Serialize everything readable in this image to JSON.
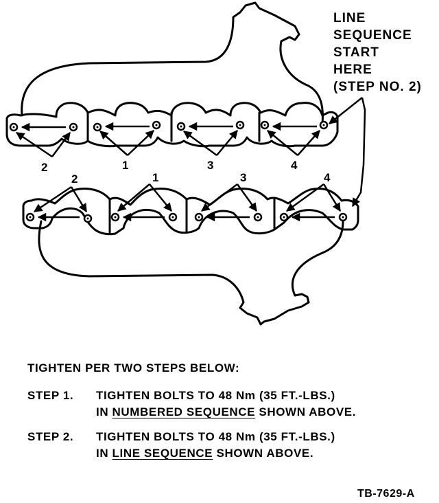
{
  "callout": {
    "lines": [
      "LINE",
      "SEQUENCE",
      "START",
      "HERE",
      "(STEP NO. 2)"
    ]
  },
  "upper_manifold": {
    "port_numbers": [
      "2",
      "1",
      "3",
      "4"
    ]
  },
  "lower_manifold": {
    "port_numbers": [
      "2",
      "1",
      "3",
      "4"
    ]
  },
  "instructions": {
    "heading": "TIGHTEN PER TWO STEPS BELOW:",
    "step1": {
      "label": "STEP 1.",
      "line1": "TIGHTEN BOLTS TO 48 Nm (35 FT.-LBS.)",
      "line2_pre": "IN ",
      "line2_underlined": "NUMBERED SEQUENCE",
      "line2_post": " SHOWN ABOVE."
    },
    "step2": {
      "label": "STEP 2.",
      "line1": "TIGHTEN BOLTS TO 48 Nm (35 FT.-LBS.)",
      "line2_pre": "IN ",
      "line2_underlined": "LINE SEQUENCE",
      "line2_post": " SHOWN ABOVE."
    }
  },
  "figure_code": "TB-7629-A"
}
